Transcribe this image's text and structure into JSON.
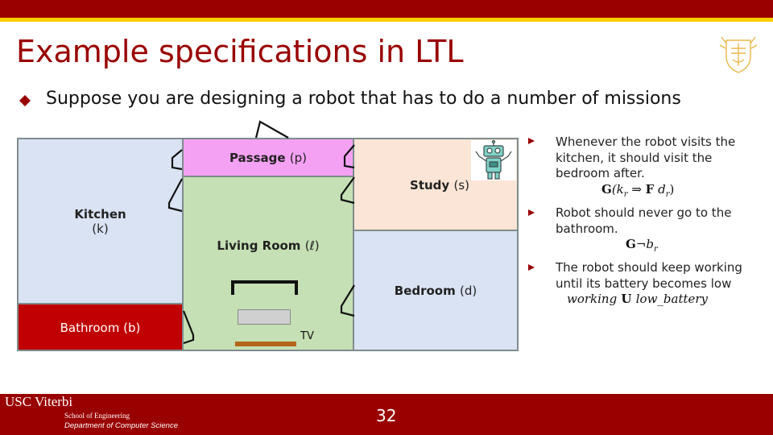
{
  "slide": {
    "title": "Example specifications in LTL",
    "main_bullet": "Suppose you are designing a robot that has to do a number of missions",
    "page_number": "32"
  },
  "rooms": {
    "kitchen": {
      "name": "Kitchen",
      "var": "(k)"
    },
    "bathroom": {
      "name": "Bathroom",
      "var": "(b)"
    },
    "passage": {
      "name": "Passage",
      "var": "(p)"
    },
    "living": {
      "name": "Living Room",
      "var": "(ℓ)"
    },
    "study": {
      "name": "Study",
      "var": "(s)"
    },
    "bedroom": {
      "name": "Bedroom",
      "var": "(d)"
    }
  },
  "tv_label": "TV",
  "specs": [
    {
      "text": "Whenever the robot visits the kitchen, it should visit the bedroom after.",
      "formula_parts": [
        "G",
        "(k",
        "r",
        " ⇒ ",
        "F",
        " d",
        "r",
        ")"
      ]
    },
    {
      "text": "Robot should never go to the bathroom.",
      "formula_parts": [
        "G",
        "¬b",
        "r"
      ]
    },
    {
      "text": "The robot should keep working until its battery becomes low",
      "formula_parts": [
        "working",
        " U ",
        "low_battery"
      ]
    }
  ],
  "footer": {
    "brand": "USC Viterbi",
    "school": "School of Engineering",
    "department": "Department of Computer Science"
  },
  "colors": {
    "usc_cardinal": "#990000",
    "usc_gold": "#ffcc00",
    "kitchen": "#dae3f3",
    "bathroom": "#c00000",
    "passage": "#f4a1f4",
    "living": "#c5e0b4",
    "study": "#fbe5d6",
    "bedroom": "#dae3f3"
  },
  "icons": {
    "seal": "usc-seal-icon",
    "robot": "robot-icon",
    "main_bullet": "diamond-bullet-icon",
    "spec_bullet": "triangle-bullet-icon"
  }
}
